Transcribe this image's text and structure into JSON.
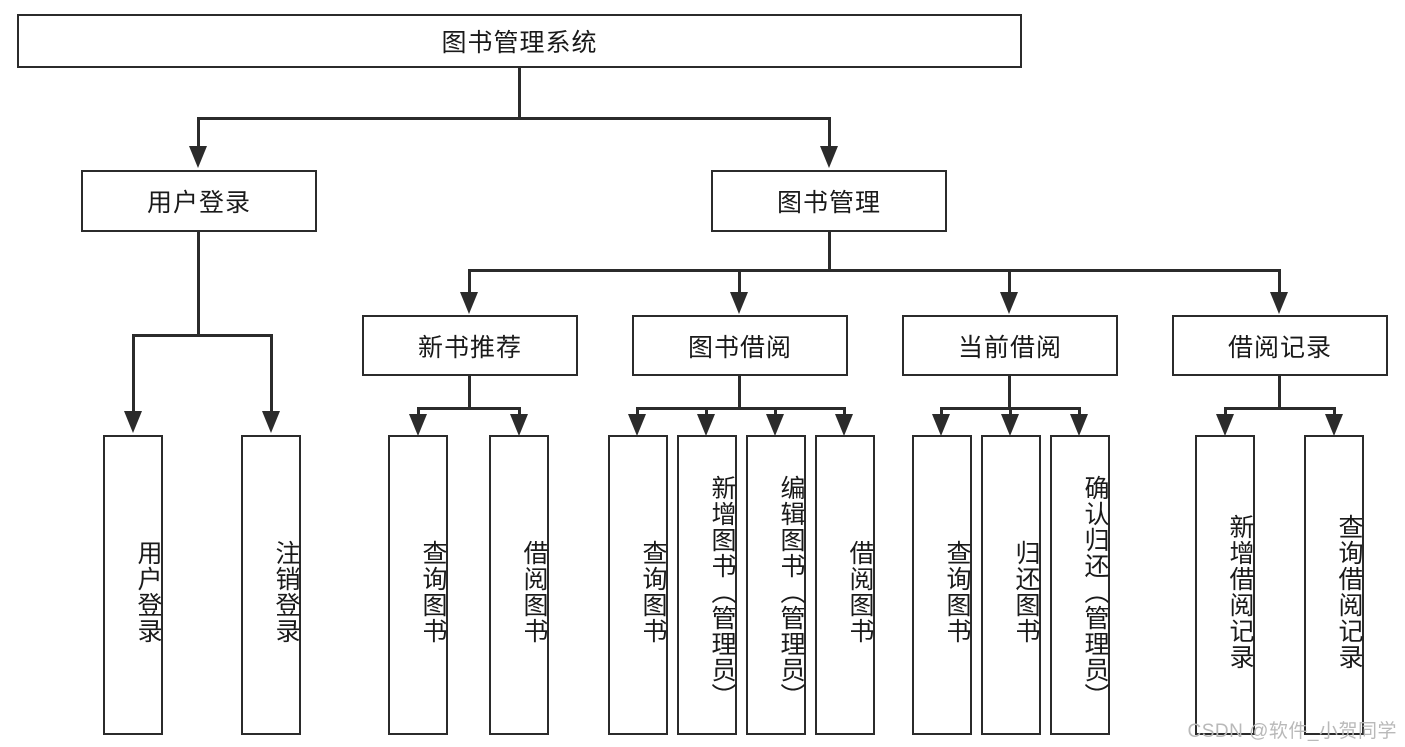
{
  "diagram": {
    "title": "图书管理系统",
    "watermark": "CSDN @软件_小贺同学",
    "type": "tree-hierarchy",
    "root": {
      "label": "图书管理系统",
      "children": [
        {
          "label": "用户登录",
          "children": [
            {
              "label": "用户登录"
            },
            {
              "label": "注销登录"
            }
          ]
        },
        {
          "label": "图书管理",
          "children": [
            {
              "label": "新书推荐",
              "children": [
                {
                  "label": "查询图书"
                },
                {
                  "label": "借阅图书"
                }
              ]
            },
            {
              "label": "图书借阅",
              "children": [
                {
                  "label": "查询图书"
                },
                {
                  "label": "新增图书（管理员）"
                },
                {
                  "label": "编辑图书（管理员）"
                },
                {
                  "label": "借阅图书"
                }
              ]
            },
            {
              "label": "当前借阅",
              "children": [
                {
                  "label": "查询图书"
                },
                {
                  "label": "归还图书"
                },
                {
                  "label": "确认归还（管理员）"
                }
              ]
            },
            {
              "label": "借阅记录",
              "children": [
                {
                  "label": "新增借阅记录"
                },
                {
                  "label": "查询借阅记录"
                }
              ]
            }
          ]
        }
      ]
    },
    "nodes": {
      "root": "图书管理系统",
      "l1": {
        "user_login": "用户登录",
        "book_manage": "图书管理"
      },
      "l2": {
        "new_book_rec": "新书推荐",
        "book_borrow": "图书借阅",
        "current_borrow": "当前借阅",
        "borrow_record": "借阅记录"
      },
      "l3": {
        "user_login": "用户登录",
        "logout": "注销登录",
        "query_book_a": "查询图书",
        "borrow_book_a": "借阅图书",
        "query_book_b": "查询图书",
        "add_book_admin": "新增图书（管理员）",
        "edit_book_admin": "编辑图书（管理员）",
        "borrow_book_b": "借阅图书",
        "query_book_c": "查询图书",
        "return_book": "归还图书",
        "confirm_return_admin": "确认归还（管理员）",
        "add_borrow_record": "新增借阅记录",
        "query_borrow_record": "查询借阅记录"
      }
    },
    "colors": {
      "stroke": "#2b2b2b",
      "fill": "#ffffff",
      "text": "#1a1a1a",
      "watermark": "#b9b9b9"
    }
  }
}
